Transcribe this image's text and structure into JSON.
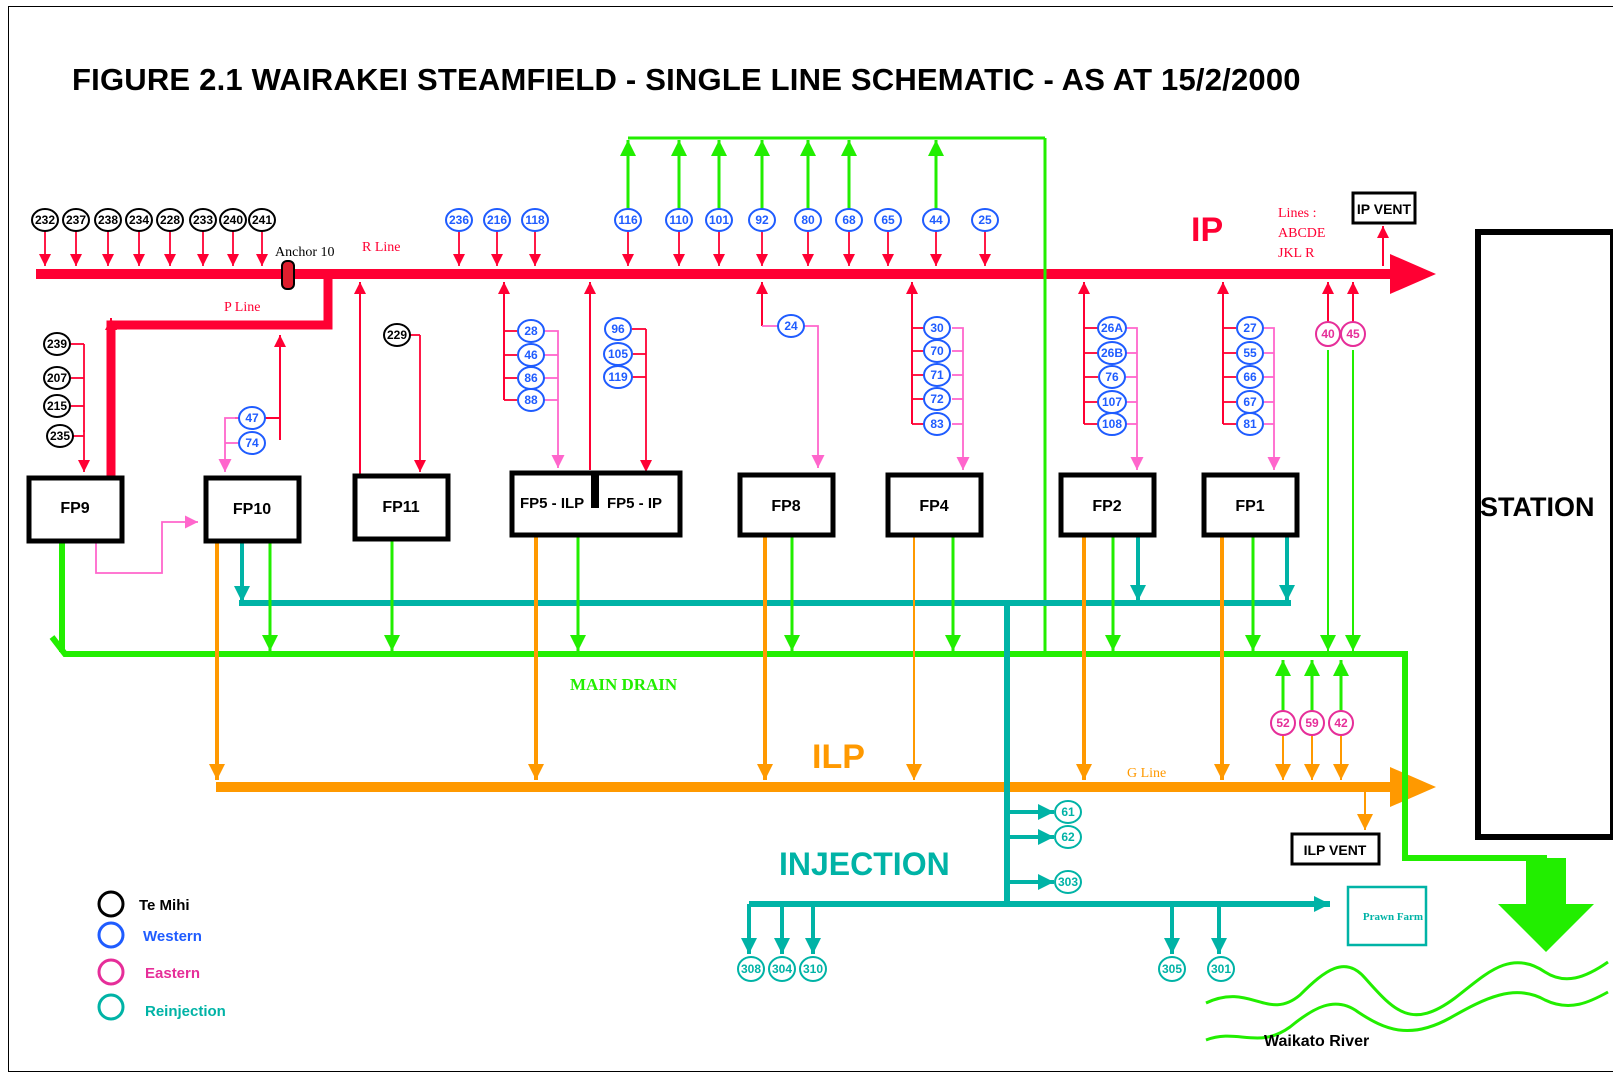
{
  "title": "FIGURE 2.1 WAIRAKEI  STEAMFIELD - SINGLE LINE SCHEMATIC - AS AT 15/2/2000",
  "colors": {
    "ip": "#ff0033",
    "ilp": "#ff9900",
    "drain": "#22ee00",
    "reinjection": "#00b3a6",
    "western": "#1f5cff",
    "eastern": "#e62e99",
    "pink": "#ff66cc",
    "te_mihi": "#000000"
  },
  "headers": {
    "ip": "IP",
    "ilp": "ILP",
    "injection": "INJECTION",
    "main_drain": "MAIN DRAIN",
    "station": "STATION"
  },
  "line_labels": {
    "anchor": "Anchor 10",
    "r_line": "R Line",
    "p_line": "P Line",
    "g_line": "G Line",
    "lines_head": "Lines :",
    "lines_1": "ABCDE",
    "lines_2": "JKL  R"
  },
  "vents": {
    "ip": "IP VENT",
    "ilp": "ILP VENT"
  },
  "flash_plants": {
    "fp9": "FP9",
    "fp10": "FP10",
    "fp11": "FP11",
    "fp5_ilp": "FP5 - ILP",
    "fp5_ip": "FP5 - IP",
    "fp8": "FP8",
    "fp4": "FP4",
    "fp2": "FP2",
    "fp1": "FP1"
  },
  "prawn_farm": "Prawn Farm",
  "river": "Waikato River",
  "legend": [
    {
      "label": "Te Mihi",
      "color": "#000000"
    },
    {
      "label": "Western",
      "color": "#1f5cff"
    },
    {
      "label": "Eastern",
      "color": "#e62e99"
    },
    {
      "label": "Reinjection",
      "color": "#00b3a6"
    }
  ],
  "wells": {
    "te_mihi_top": [
      "232",
      "237",
      "238",
      "234",
      "228",
      "233",
      "240",
      "241"
    ],
    "fp9_feeders": [
      "239",
      "207",
      "215",
      "235"
    ],
    "fp11_feeder": "229",
    "ip_top_western": [
      "236",
      "216",
      "118",
      "116",
      "110",
      "101",
      "92",
      "80",
      "68",
      "65",
      "44",
      "25"
    ],
    "fp10_feeders": [
      "47",
      "74"
    ],
    "fp5_ilp_feeders": [
      "28",
      "46",
      "86",
      "88"
    ],
    "fp5_ip_feeders": [
      "96",
      "105",
      "119"
    ],
    "fp8_feeder": "24",
    "fp4_feeders": [
      "30",
      "70",
      "71",
      "72",
      "83"
    ],
    "fp2_feeders": [
      "26A",
      "26B",
      "76",
      "107",
      "108"
    ],
    "fp1_feeders": [
      "27",
      "55",
      "66",
      "67",
      "81"
    ],
    "eastern_ip": [
      "40",
      "45"
    ],
    "eastern_ilp": [
      "52",
      "59",
      "42"
    ],
    "reinjection_side": [
      "61",
      "62",
      "303"
    ],
    "reinjection_west": [
      "308",
      "304",
      "310"
    ],
    "reinjection_east": [
      "305",
      "301"
    ]
  }
}
